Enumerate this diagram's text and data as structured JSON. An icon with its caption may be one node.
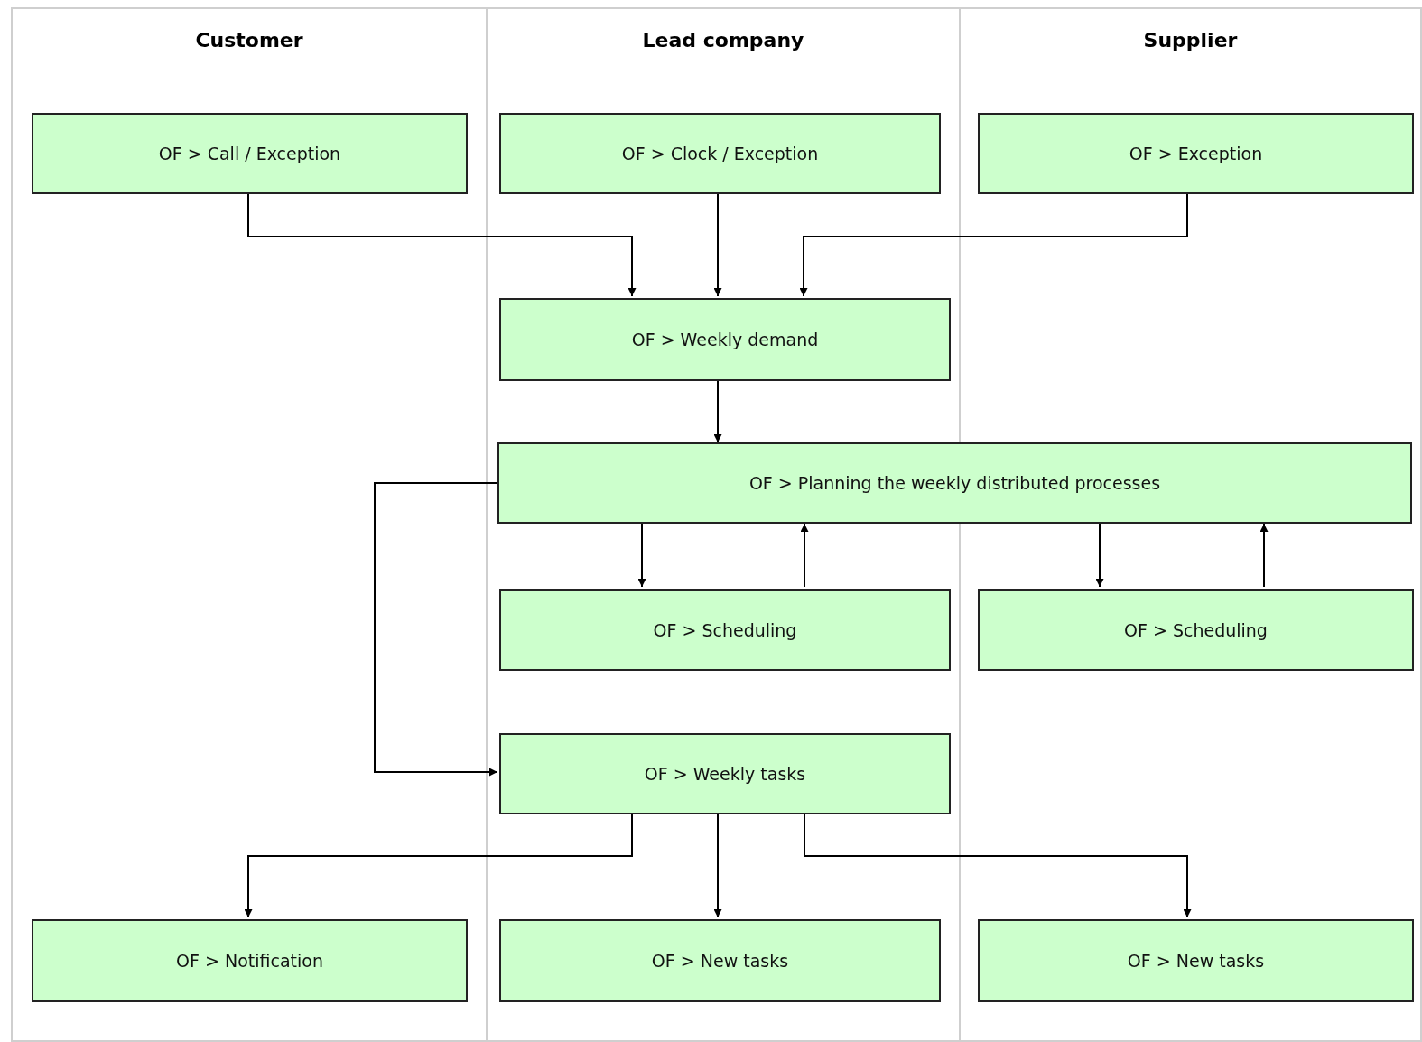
{
  "diagram": {
    "nodes": [
      {
        "text": [
          "Customer"
        ]
      },
      {
        "text": [
          "Lead company"
        ]
      },
      {
        "text": [
          "Supplier"
        ]
      },
      {
        "text": [
          "OF > Call / Exception"
        ],
        "in": 0
      },
      {
        "text": [
          "OF > Clock / Exception"
        ],
        "in": 1
      },
      {
        "text": [
          "OF > Exception"
        ],
        "in": 2
      },
      {
        "text": [
          "OF > Weekly demand"
        ],
        "in": 1
      },
      {
        "text": [
          "OF > Planning the weekly distributed processes"
        ]
      },
      {
        "text": [
          "OF > Scheduling"
        ],
        "in": 1
      },
      {
        "text": [
          "OF > Scheduling"
        ],
        "in": 2
      },
      {
        "text": [
          "OF > Weekly tasks"
        ],
        "in": 1
      },
      {
        "text": [
          "OF > Notification"
        ],
        "in": 0
      },
      {
        "text": [
          "OF > New tasks"
        ],
        "in": 1
      },
      {
        "text": [
          "OF > New tasks"
        ],
        "in": 2
      }
    ],
    "edges": [
      {
        "from": 3,
        "to": 6,
        "arrow": "to"
      },
      {
        "from": 4,
        "to": 6,
        "arrow": "to"
      },
      {
        "from": 5,
        "to": 6,
        "arrow": "to"
      },
      {
        "from": 6,
        "to": 7,
        "arrow": "to"
      },
      {
        "from": 7,
        "to": 8,
        "arrow": "to"
      },
      {
        "from": 8,
        "to": 7,
        "arrow": "to"
      },
      {
        "from": 7,
        "to": 9,
        "arrow": "to"
      },
      {
        "from": 9,
        "to": 7,
        "arrow": "to"
      },
      {
        "from": 7,
        "to": 10,
        "arrow": "to"
      },
      {
        "from": 10,
        "to": 11,
        "arrow": "to"
      },
      {
        "from": 10,
        "to": 12,
        "arrow": "to"
      },
      {
        "from": 10,
        "to": 13,
        "arrow": "to"
      }
    ]
  }
}
